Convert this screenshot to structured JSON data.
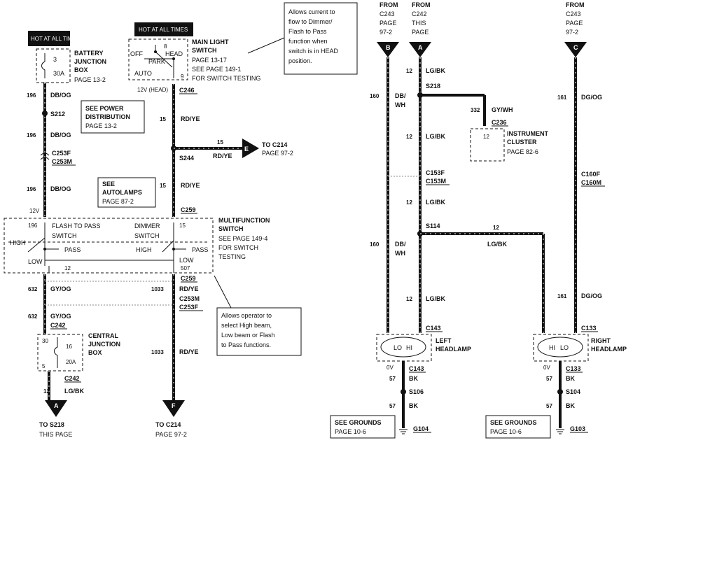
{
  "hot_at_all_times_1": "HOT AT ALL TIMES",
  "hot_at_all_times_2": "HOT AT ALL TIMES",
  "battery_jb": {
    "l1": "BATTERY",
    "l2": "JUNCTION",
    "l3": "BOX",
    "page": "PAGE 13-2",
    "fuse_num": "3",
    "fuse_amp": "30A"
  },
  "main_light_switch": {
    "l1": "MAIN LIGHT",
    "l2": "SWITCH",
    "p1": "PAGE 13-17",
    "p2": "SEE PAGE 149-1",
    "p3": "FOR SWITCH TESTING",
    "pos_off": "OFF",
    "pos_park": "PARK",
    "pos_head": "HEAD",
    "pos_auto": "AUTO",
    "pin8": "8",
    "pin9": "9",
    "hot_head": "12V (HEAD)"
  },
  "callout_top": {
    "l1": "Allows current to",
    "l2": "flow to Dimmer/",
    "l3": "Flash to Pass",
    "l4": "function when",
    "l5": "switch is in HEAD",
    "l6": "position."
  },
  "see_power": {
    "l1": "SEE POWER",
    "l2": "DISTRIBUTION",
    "l3": "PAGE 13-2"
  },
  "see_autolamps": {
    "l1": "SEE",
    "l2": "AUTOLAMPS",
    "l3": "PAGE 87-2"
  },
  "left_wires": {
    "c196a": "196",
    "dbog_a": "DB/OG",
    "s212": "S212",
    "c196b": "196",
    "dbog_b": "DB/OG",
    "c253f": "C253F",
    "c253m": "C253M",
    "c196c": "196",
    "dbog_c": "DB/OG",
    "v12": "12V"
  },
  "mid_wires": {
    "c246": "C246",
    "n15a": "15",
    "rdye_a": "RD/YE",
    "n15b": "15",
    "s244": "S244",
    "rdye_b": "RD/YE",
    "to_c214": "TO C214",
    "to_page": "PAGE 97-2",
    "conn_e": "E",
    "n15c": "15",
    "rdye_c": "RD/YE",
    "c259_top": "C259"
  },
  "multifunction": {
    "l1": "MULTIFUNCTION",
    "l2": "SWITCH",
    "p1": "SEE PAGE 149-4",
    "p2": "FOR SWITCH",
    "p3": "TESTING",
    "n196": "196",
    "ftp1": "FLASH TO PASS",
    "ftp2": "SWITCH",
    "dim1": "DIMMER",
    "dim2": "SWITCH",
    "n15": "15",
    "high_l": "HIGH",
    "pass_l": "PASS",
    "low_l": "LOW",
    "high_r": "HIGH",
    "pass_r": "PASS",
    "low_r": "LOW",
    "n12": "12",
    "n507": "507"
  },
  "below_mf": {
    "c259": "C259",
    "n632a": "632",
    "gyog_a": "GY/OG",
    "n1033a": "1033",
    "rdye_a": "RD/YE",
    "c253m": "C253M",
    "c253f": "C253F",
    "n632b": "632",
    "gyog_b": "GY/OG",
    "c242a": "C242",
    "n1033b": "1033",
    "rdye_b": "RD/YE"
  },
  "central_jb": {
    "l1": "CENTRAL",
    "l2": "JUNCTION",
    "l3": "BOX",
    "n30": "30",
    "n16": "16",
    "n20a": "20A",
    "n5": "5"
  },
  "callout_bottom": {
    "l1": "Allows operator to",
    "l2": "select High beam,",
    "l3": "Low beam or Flash",
    "l4": "to Pass functions."
  },
  "bottom_left": {
    "c242": "C242",
    "n12": "12",
    "lgbk": "LG/BK",
    "conn_a": "A",
    "to1": "TO S218",
    "to2": "THIS PAGE",
    "conn_f": "F",
    "to3": "TO C214",
    "to4": "PAGE 97-2"
  },
  "right_top": {
    "from": "FROM",
    "c243": "C243",
    "page": "PAGE",
    "p972": "97-2",
    "c242": "C242",
    "this": "THIS",
    "conn_b": "B",
    "conn_a": "A",
    "conn_c": "C"
  },
  "right_wires": {
    "n12a": "12",
    "lgbk_a": "LG/BK",
    "s218": "S218",
    "n160a": "160",
    "dbwh_a1": "DB/",
    "dbwh_a2": "WH",
    "n332": "332",
    "gywh": "GY/WH",
    "c236": "C236",
    "n12cl": "12",
    "ic1": "INSTRUMENT",
    "ic2": "CLUSTER",
    "ic3": "PAGE 82-6",
    "n12b": "12",
    "lgbk_b": "LG/BK",
    "n161a": "161",
    "dgog_a": "DG/OG",
    "c153f": "C153F",
    "c153m": "C153M",
    "c160f": "C160F",
    "c160m": "C160M",
    "n12c": "12",
    "lgbk_c": "LG/BK",
    "s114": "S114",
    "n12h": "12",
    "lgbk_h": "LG/BK",
    "n160b": "160",
    "dbwh_b1": "DB/",
    "dbwh_b2": "WH",
    "n12d": "12",
    "lgbk_d": "LG/BK",
    "n161b": "161",
    "dgog_b": "DG/OG",
    "c143": "C143",
    "c133": "C133"
  },
  "headlamps": {
    "lo": "LO",
    "hi": "HI",
    "left1": "LEFT",
    "left2": "HEADLAMP",
    "right1": "RIGHT",
    "right2": "HEADLAMP",
    "ov": "0V"
  },
  "grounds": {
    "c143": "C143",
    "c133": "C133",
    "n57a": "57",
    "bk_a": "BK",
    "s106": "S106",
    "n57b": "57",
    "bk_b": "BK",
    "s104": "S104",
    "see1": "SEE GROUNDS",
    "page1": "PAGE 10-6",
    "g104": "G104",
    "g103": "G103"
  }
}
